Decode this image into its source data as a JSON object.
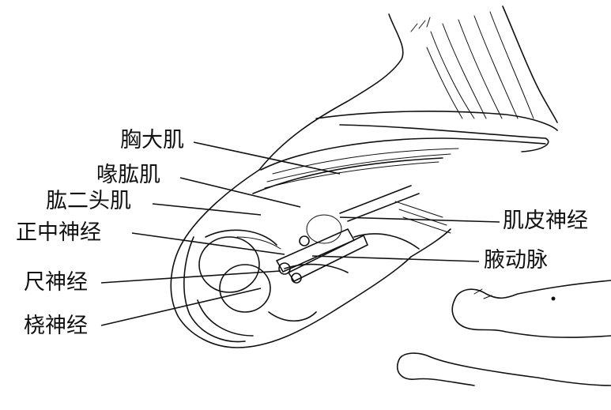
{
  "labels": {
    "pectoralis_major": "胸大肌",
    "coracobrachialis": "喙肱肌",
    "biceps_brachii": "肱二头肌",
    "median_nerve": "正中神经",
    "ulnar_nerve": "尺神经",
    "radial_nerve": "桡神经",
    "musculocutaneous_nerve": "肌皮神经",
    "axillary_artery": "腋动脉"
  },
  "colors": {
    "ink": "#111111",
    "background": "#ffffff"
  }
}
